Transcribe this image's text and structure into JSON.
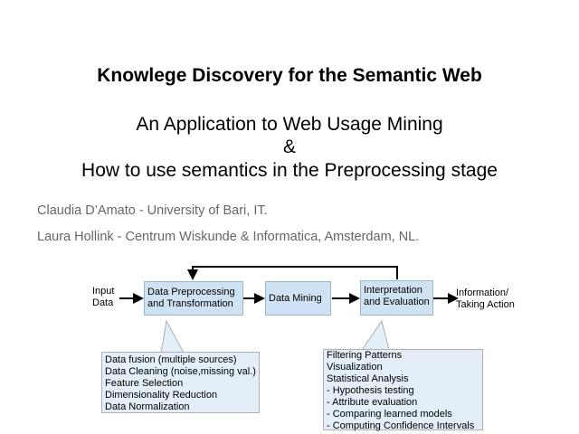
{
  "slide": {
    "title": "Knowlege Discovery for the Semantic Web",
    "subtitle_lines": [
      "An Application to Web Usage Mining",
      "&",
      "How to use semantics in the Preprocessing stage"
    ],
    "authors": [
      "Claudia D’Amato - University of Bari, IT.",
      "Laura Hollink - Centrum Wiskunde & Informatica, Amsterdam, NL."
    ]
  },
  "diagram": {
    "input": [
      "Input",
      "Data"
    ],
    "preprocessing": [
      "Data Preprocessing",
      "and Transformation"
    ],
    "mining": "Data Mining",
    "interpretation": [
      "Interpretation",
      "and Evaluation"
    ],
    "output": [
      "Information/",
      "Taking Action"
    ],
    "preprocessing_notes": [
      "Data fusion (multiple sources)",
      "Data Cleaning (noise,missing val.)",
      "Feature Selection",
      "Dimensionality Reduction",
      "Data Normalization"
    ],
    "interpretation_notes": [
      "Filtering Patterns",
      "Visualization",
      "Statistical Analysis",
      "- Hypothesis testing",
      "- Attribute evaluation",
      "- Comparing learned models",
      "- Computing Confidence Intervals"
    ]
  },
  "colors": {
    "box": "#cfe2f3",
    "callout": "#e3eef8",
    "author_text": "#666666"
  }
}
